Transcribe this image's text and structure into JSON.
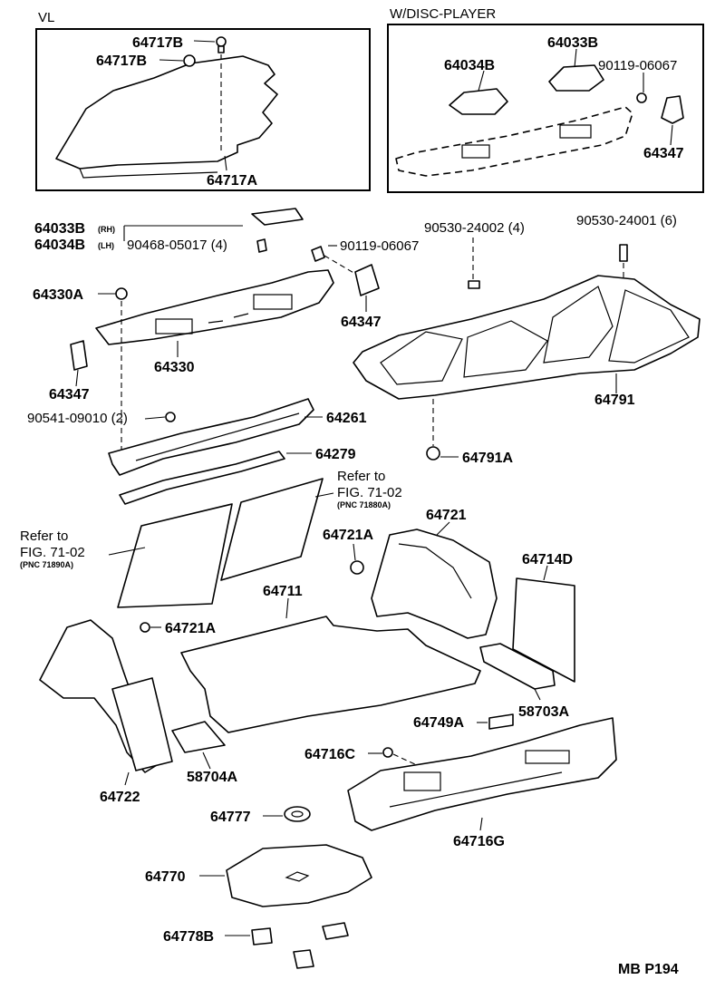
{
  "insets": {
    "vl": {
      "title": "VL",
      "labels": {
        "clip_upper": "64717B",
        "clip_lower": "64717B",
        "pad": "64717A"
      }
    },
    "disc": {
      "title": "W/DISC-PLAYER",
      "labels": {
        "cover_left": "64034B",
        "cover_right": "64033B",
        "screw": "90119-06067",
        "bracket": "64347"
      }
    }
  },
  "labels": {
    "cover_rh_part": "64033B",
    "cover_rh_suffix": "(RH)",
    "cover_lh_part": "64034B",
    "cover_lh_suffix": "(LH)",
    "cover_screw": "90468-05017 (4)",
    "panel_screw": "90119-06067",
    "fastener": "64330A",
    "package_tray": "64330",
    "bracket_right": "64347",
    "bracket_left": "64347",
    "bolt_2": "90530-24002 (4)",
    "bolt_1": "90530-24001 (6)",
    "tray_pad": "64791",
    "tray_clip": "64791A",
    "screw_2": "90541-09010 (2)",
    "garnish": "64261",
    "weatherstrip": "64279",
    "refer_right_l1": "Refer to",
    "refer_right_l2": "FIG. 71-02",
    "refer_right_pnc": "(PNC 71880A)",
    "refer_left_l1": "Refer to",
    "refer_left_l2": "FIG. 71-02",
    "refer_left_pnc": "(PNC 71890A)",
    "clip_right": "64721A",
    "trim_right": "64721",
    "mat_side": "64714D",
    "floor_mat": "64711",
    "clip_left": "64721A",
    "board_right": "58703A",
    "trim_left": "64722",
    "board_left": "58704A",
    "bracket_small": "64749A",
    "clip_back": "64716C",
    "back_trim": "64716G",
    "grommet": "64777",
    "spare_cover": "64770",
    "small_pad": "64778B"
  },
  "footer": {
    "page_code": "MB P194"
  }
}
